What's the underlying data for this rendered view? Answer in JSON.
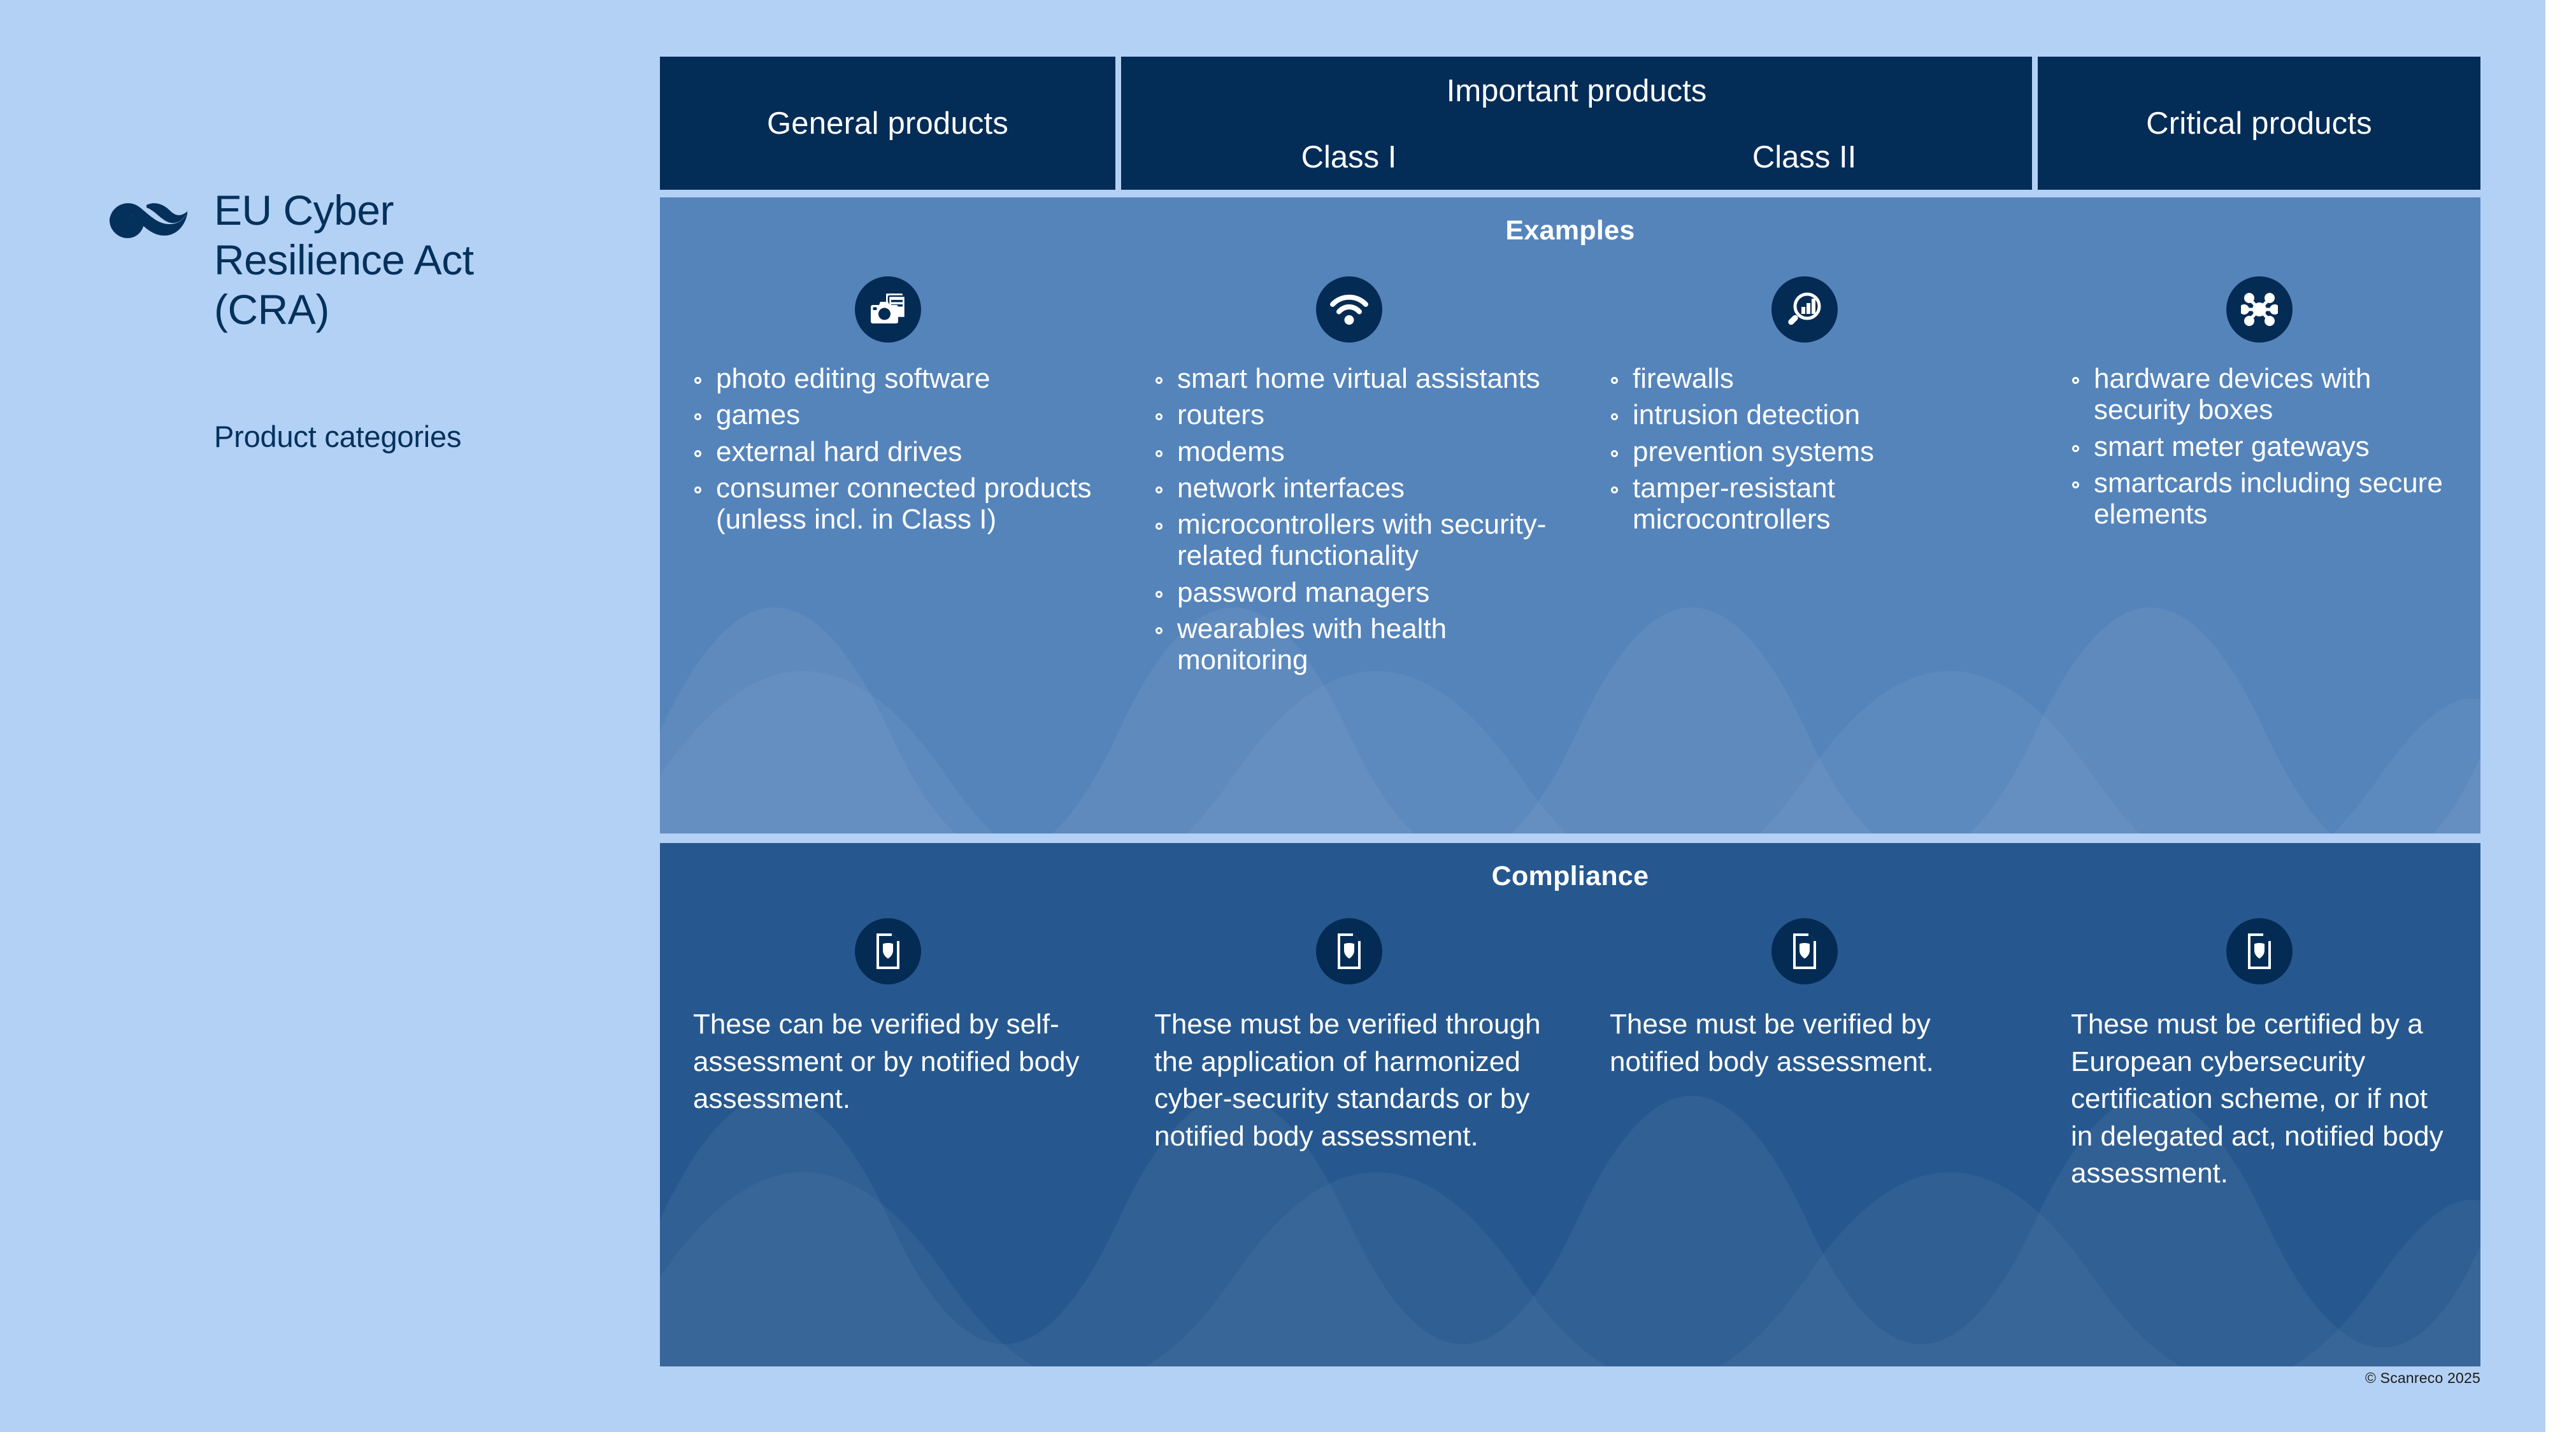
{
  "meta": {
    "background_color": "#b3d1f4",
    "dark_navy": "#032c57",
    "examples_blue": "#5584bb",
    "compliance_blue": "#26588f",
    "text_white": "#ffffff",
    "brand_navy": "#04315c"
  },
  "brand": {
    "logo_name": "scanreco-wave-logo",
    "title": "EU Cyber\nResilience Act\n(CRA)",
    "subtitle": "Product categories"
  },
  "header": {
    "general": {
      "label": "General products"
    },
    "important": {
      "title": "Important products",
      "class_1": "Class I",
      "class_2": "Class II"
    },
    "critical": {
      "label": "Critical products"
    }
  },
  "examples": {
    "heading": "Examples",
    "columns": [
      {
        "icon": "photo-editing-icon",
        "items": [
          "photo editing software",
          "games",
          "external hard drives",
          "consumer connected products (unless incl. in Class I)"
        ]
      },
      {
        "icon": "wifi-icon",
        "items": [
          "smart home virtual assistants",
          " routers",
          "modems",
          "network interfaces",
          "microcontrollers with security-related functionality",
          "password managers",
          "wearables with health monitoring"
        ]
      },
      {
        "icon": "magnifier-chart-icon",
        "items": [
          "firewalls",
          "intrusion detection",
          "prevention systems",
          "tamper-resistant microcontrollers"
        ]
      },
      {
        "icon": "network-hub-icon",
        "items": [
          "hardware devices with security boxes",
          "smart meter gateways",
          "smartcards including secure elements"
        ]
      }
    ]
  },
  "compliance": {
    "heading": "Compliance",
    "columns": [
      {
        "icon": "document-shield-icon",
        "text": "These can be verified by self-assessment or by notified body assessment."
      },
      {
        "icon": "document-shield-icon",
        "text": "These must be verified through the application of harmonized  cyber-security standards or by notified body assessment."
      },
      {
        "icon": "document-shield-icon",
        "text": "These must be verified by notified body assessment."
      },
      {
        "icon": "document-shield-icon",
        "text": "These must be certified by a European cybersecurity certification scheme, or if not in delegated act, notified body assessment."
      }
    ]
  },
  "footer": {
    "copyright": "© Scanreco 2025"
  }
}
